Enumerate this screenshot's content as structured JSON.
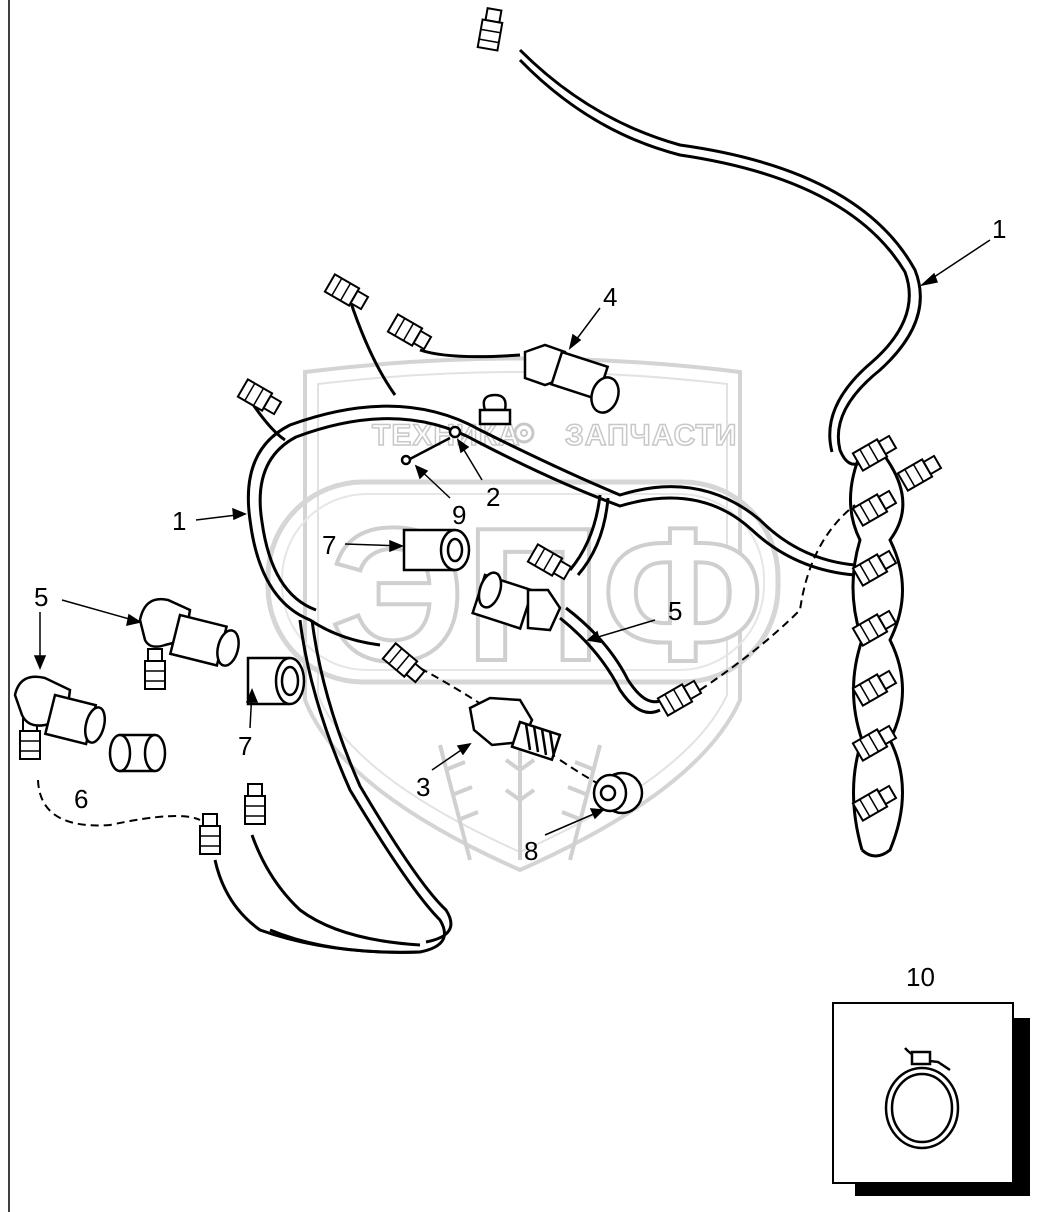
{
  "watermark": {
    "line_left": "ТЕХНИКА",
    "line_right": "ЗАПЧАСТИ",
    "monogram": "ЭПФ",
    "colors": {
      "watermark_stroke": "#cfcfcf"
    }
  },
  "callouts": [
    {
      "id": "callout-1-upper",
      "text": "1"
    },
    {
      "id": "callout-1-left",
      "text": "1"
    },
    {
      "id": "callout-2",
      "text": "2"
    },
    {
      "id": "callout-3",
      "text": "3"
    },
    {
      "id": "callout-4",
      "text": "4"
    },
    {
      "id": "callout-5-left",
      "text": "5"
    },
    {
      "id": "callout-5-right",
      "text": "5"
    },
    {
      "id": "callout-6",
      "text": "6"
    },
    {
      "id": "callout-7-upper",
      "text": "7"
    },
    {
      "id": "callout-7-lower",
      "text": "7"
    },
    {
      "id": "callout-8",
      "text": "8"
    },
    {
      "id": "callout-9",
      "text": "9"
    },
    {
      "id": "callout-10",
      "text": "10"
    }
  ],
  "colors": {
    "line": "#000000",
    "background": "#ffffff",
    "shadow": "#000000"
  }
}
